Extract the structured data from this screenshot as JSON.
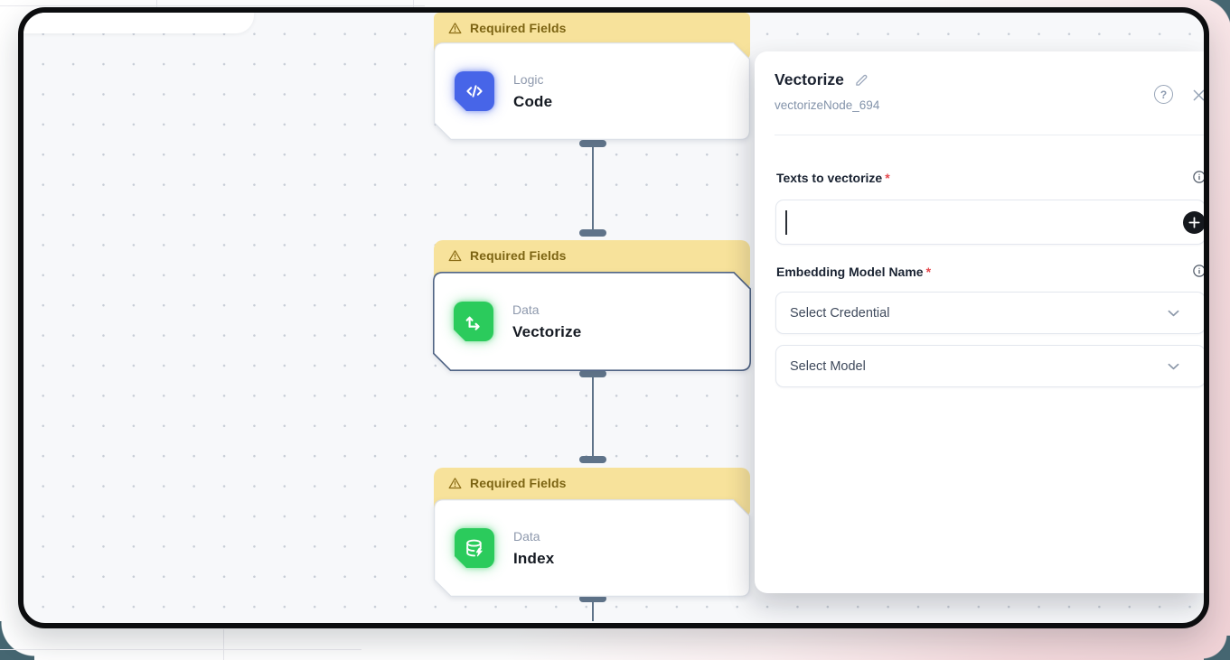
{
  "canvas": {
    "nodes": [
      {
        "banner_label": "Required Fields",
        "category": "Logic",
        "title": "Code",
        "icon": "code",
        "accent": "#4765E8",
        "selected": false
      },
      {
        "banner_label": "Required Fields",
        "category": "Data",
        "title": "Vectorize",
        "icon": "vectorize",
        "accent": "#2BCB5C",
        "selected": true
      },
      {
        "banner_label": "Required Fields",
        "category": "Data",
        "title": "Index",
        "icon": "database",
        "accent": "#2BCB5C",
        "selected": false
      }
    ]
  },
  "panel": {
    "title": "Vectorize",
    "subtitle": "vectorizeNode_694",
    "help_label": "?",
    "required_marker": "*",
    "fields": {
      "texts": {
        "label": "Texts to vectorize",
        "value": ""
      },
      "embedding": {
        "label": "Embedding Model Name",
        "credential_placeholder": "Select Credential",
        "model_placeholder": "Select Model"
      }
    }
  },
  "colors": {
    "banner_bg": "#F7E29B",
    "banner_text": "#7C6413",
    "node_blue": "#4765E8",
    "node_green": "#2BCB5C",
    "connector": "#5F7389",
    "selected_border": "#4F6384",
    "required_red": "#E5484D",
    "teal_backdrop": "#456671",
    "pink_backdrop": "#F0D2D6"
  }
}
